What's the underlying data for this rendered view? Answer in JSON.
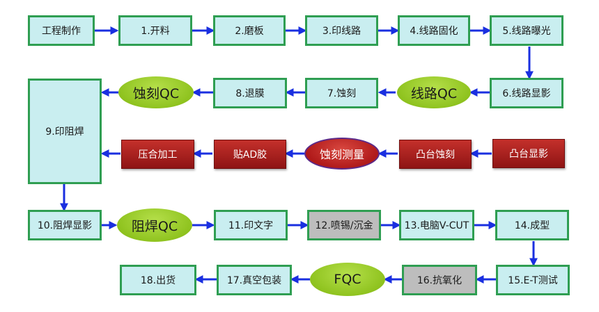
{
  "flow": {
    "n0": "工程制作",
    "n1": "1.开料",
    "n2": "2.磨板",
    "n3": "3.印线路",
    "n4": "4.线路固化",
    "n5": "5.线路曝光",
    "n6": "6.线路显影",
    "qc_line": "线路QC",
    "n7": "7.蚀刻",
    "n8": "8.退膜",
    "qc_etch": "蚀刻QC",
    "n9": "9.印阻焊",
    "r_bump_dev": "凸台显影",
    "r_bump_etch": "凸台蚀刻",
    "etch_measure": "蚀刻测量",
    "r_ad_glue": "贴AD胶",
    "r_press": "压合加工",
    "n10": "10.阻焊显影",
    "qc_mask": "阻焊QC",
    "n11": "11.印文字",
    "n12": "12.喷锡/沉金",
    "n13": "13.电脑V-CUT",
    "n14": "14.成型",
    "n15": "15.E-T测试",
    "n16": "16.抗氧化",
    "fqc": "FQC",
    "n17": "17.真空包装",
    "n18": "18.出货"
  },
  "colors": {
    "box_fill": "#c9eef0",
    "box_border": "#2f9e52",
    "arrow": "#1a2fe0",
    "qc_green": "#8fc31f",
    "red_box": "#b02020",
    "gray_box": "#bdbdbd"
  }
}
